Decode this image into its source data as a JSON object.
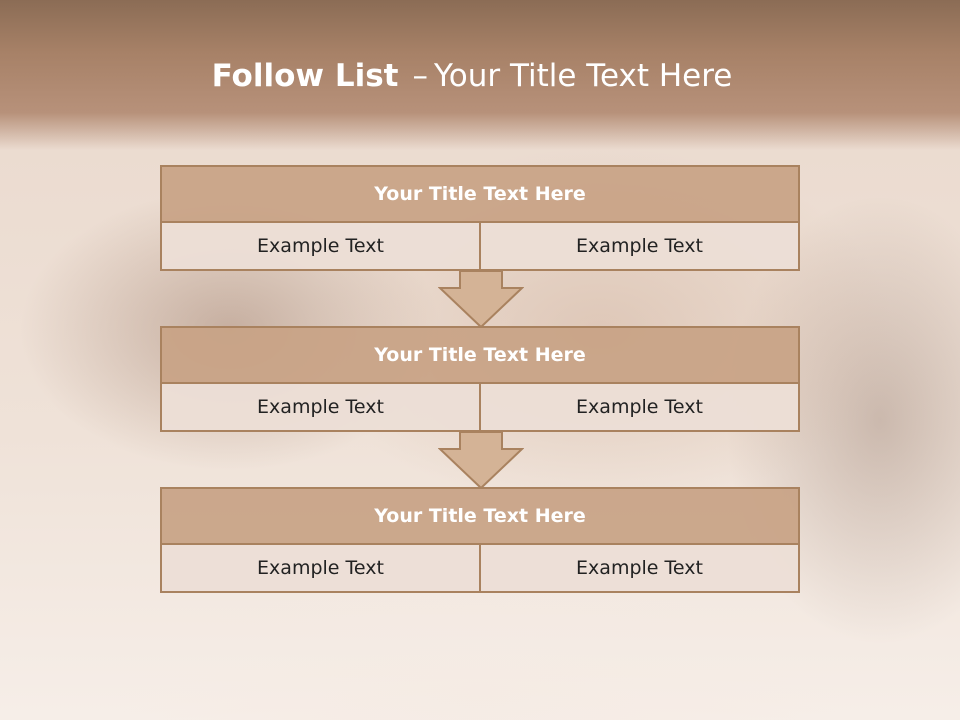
{
  "slide": {
    "title_bold": "Follow List",
    "title_dash": "–",
    "title_rest": "Your Title Text Here"
  },
  "steps": [
    {
      "title": "Your Title Text Here",
      "left": "Example Text",
      "right": "Example Text"
    },
    {
      "title": "Your Title Text Here",
      "left": "Example Text",
      "right": "Example Text"
    },
    {
      "title": "Your Title Text Here",
      "left": "Example Text",
      "right": "Example Text"
    }
  ],
  "colors": {
    "title_fill": "#c8a385",
    "cell_fill": "#ecded6",
    "border": "#a9825f",
    "arrow_fill": "#d4b396",
    "header_band": "#a78167"
  },
  "icons": {
    "connector": "down-arrow-icon"
  }
}
